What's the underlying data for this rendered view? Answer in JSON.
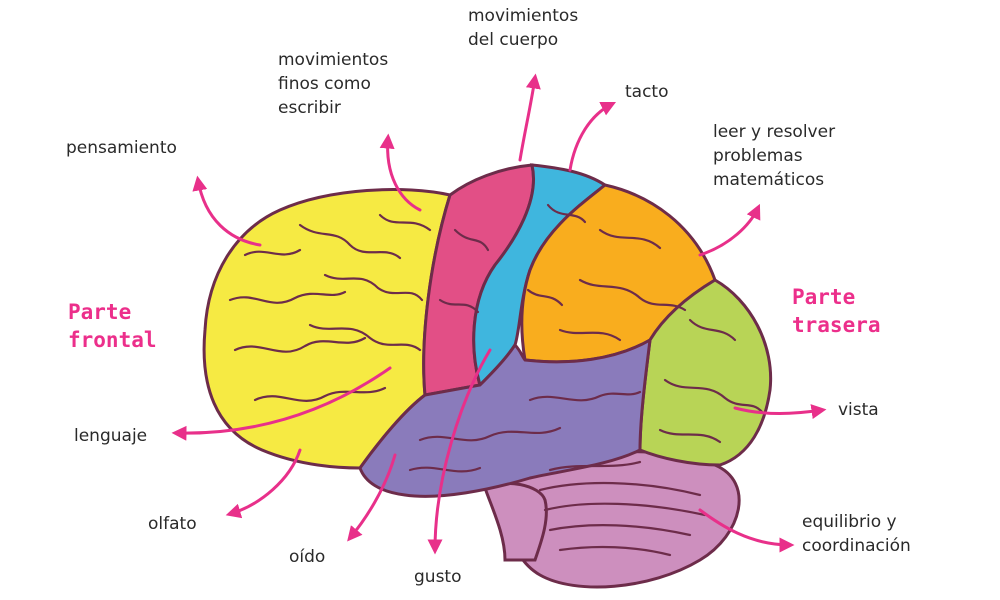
{
  "colors": {
    "frontal": "#f6ea43",
    "motor": "#e24f86",
    "somatosensory": "#3fb6de",
    "parietal": "#f9ad1e",
    "occipital": "#b8d456",
    "temporal": "#8a7bbb",
    "cerebellum": "#cd8fbe",
    "arrow": "#e8308a",
    "outline": "#6d2c4a",
    "section_text": "#ec2f8b",
    "label_text": "#2a2a2a"
  },
  "section_labels": {
    "front": [
      "Parte",
      "frontal"
    ],
    "back": [
      "Parte",
      "trasera"
    ]
  },
  "labels": {
    "movimientos_cuerpo": [
      "movimientos",
      "del cuerpo"
    ],
    "movimientos_finos": [
      "movimientos",
      "finos como",
      "escribir"
    ],
    "tacto": "tacto",
    "pensamiento": "pensamiento",
    "leer": [
      "leer y resolver",
      "problemas",
      "matemáticos"
    ],
    "lenguaje": "lenguaje",
    "vista": "vista",
    "olfato": "olfato",
    "oido": "oído",
    "gusto": "gusto",
    "equilibrio": [
      "equilibrio y",
      "coordinación"
    ]
  }
}
